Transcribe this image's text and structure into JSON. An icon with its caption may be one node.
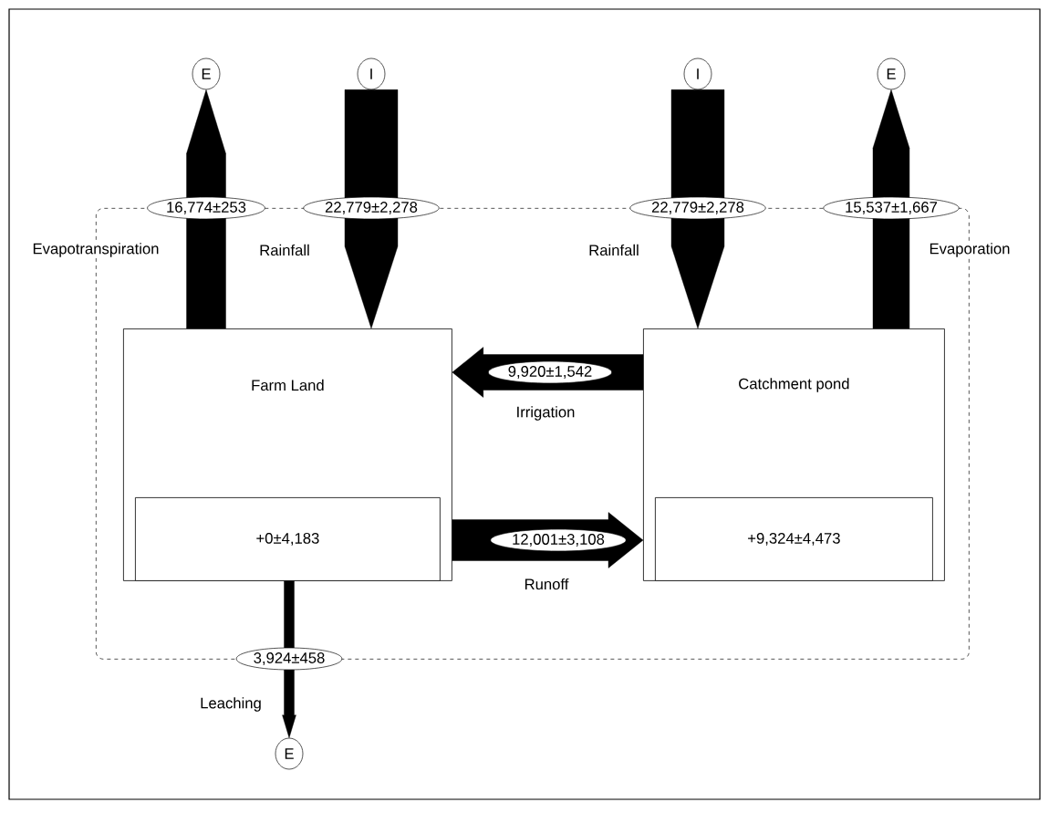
{
  "diagram": {
    "nodes": [
      {
        "text": [],
        "shape": "box"
      },
      {
        "text": [
          "Farm Land"
        ],
        "in": 0
      },
      {
        "text": [
          "+0±4,183"
        ],
        "in": 1
      },
      {
        "text": [
          "Catchment pond"
        ],
        "in": 0
      },
      {
        "text": [
          "+9,324±4,473"
        ],
        "in": 3
      },
      {
        "text": [
          "E"
        ]
      },
      {
        "text": [
          "I"
        ]
      },
      {
        "text": [
          "I"
        ]
      },
      {
        "text": [
          "E"
        ]
      },
      {
        "text": [
          "E"
        ]
      }
    ],
    "edges": [
      {
        "from": 1,
        "to": 5,
        "arrow": "to",
        "label": "16,774±253"
      },
      {
        "from": 6,
        "to": 1,
        "arrow": "to",
        "label": "22,779±2,278"
      },
      {
        "from": 7,
        "to": 3,
        "arrow": "to",
        "label": "22,779±2,278"
      },
      {
        "from": 3,
        "to": 8,
        "arrow": "to",
        "label": "15,537±1,667"
      },
      {
        "from": 3,
        "to": 1,
        "arrow": "to",
        "label": "9,920±1,542"
      },
      {
        "from": 1,
        "to": 3,
        "arrow": "to",
        "label": "12,001±3,108"
      },
      {
        "from": 1,
        "to": 9,
        "arrow": "to",
        "label": "3,924±458"
      }
    ],
    "labels": [
      "Evapotranspiration",
      "Rainfall",
      "Rainfall",
      "Evaporation",
      "Irrigation",
      "Runoff",
      "Leaching"
    ]
  }
}
